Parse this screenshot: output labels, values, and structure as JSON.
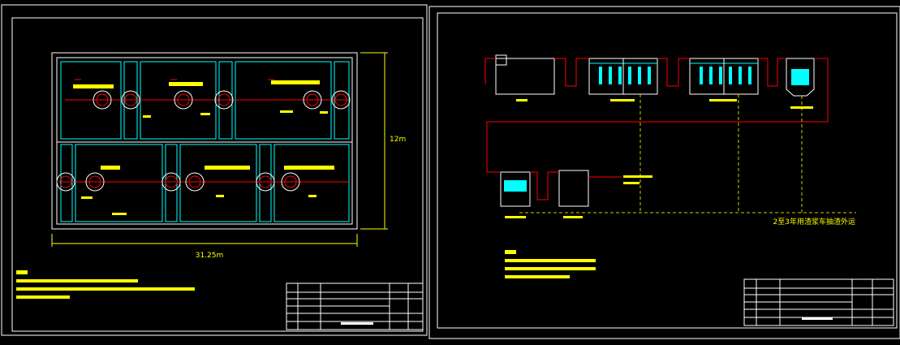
{
  "colors": {
    "background": "#000000",
    "frame": "#ffffff",
    "tank": "#00ffff",
    "pipe": "#ff0000",
    "dim": "#ffff00",
    "text": "#ffff00",
    "dashed": "#cccc00"
  },
  "left_sheet": {
    "dimensions": {
      "length": "31.25m",
      "width": "12m"
    }
  },
  "right_sheet": {
    "outlet_label": "2至3年用渣浆车抽渣外运"
  }
}
